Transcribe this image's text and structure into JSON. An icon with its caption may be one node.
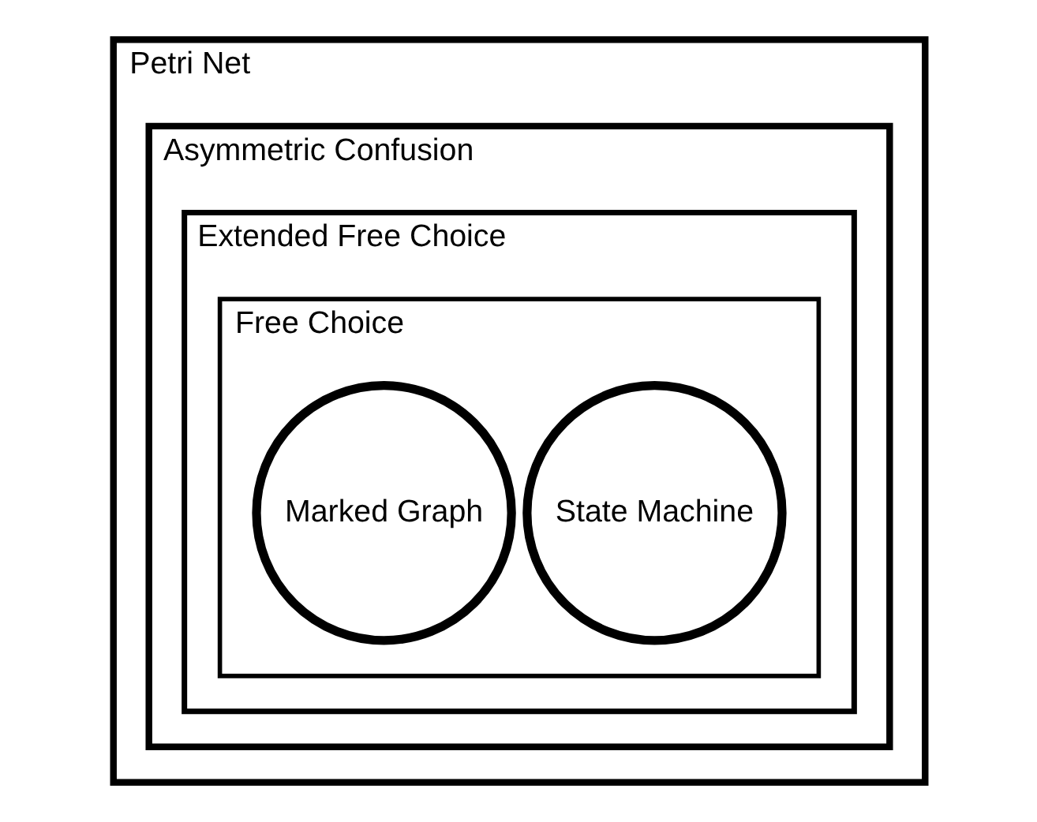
{
  "diagram": {
    "nodes": [
      {
        "text": [
          "Petri Net"
        ]
      },
      {
        "text": [
          "Asymmetric Confusion"
        ],
        "in": 0
      },
      {
        "text": [
          "Extended Free Choice"
        ],
        "in": 1
      },
      {
        "text": [
          "Free Choice"
        ],
        "in": 2
      },
      {
        "text": [
          "State Machine"
        ],
        "in": 3
      },
      {
        "text": [
          "Marked Graph"
        ],
        "in": 3
      }
    ]
  }
}
